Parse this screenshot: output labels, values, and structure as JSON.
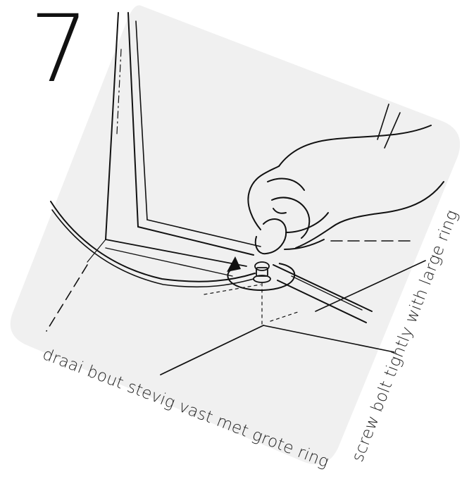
{
  "step": {
    "number": "7"
  },
  "captions": {
    "dutch": "draai bout stevig vast met grote ring",
    "english": "screw bolt tightly with large ring"
  },
  "colors": {
    "panel": "#f0f0f0",
    "line": "#111111",
    "text": "#222222"
  },
  "icons": {
    "rotation": "rotate-arrow-icon"
  }
}
